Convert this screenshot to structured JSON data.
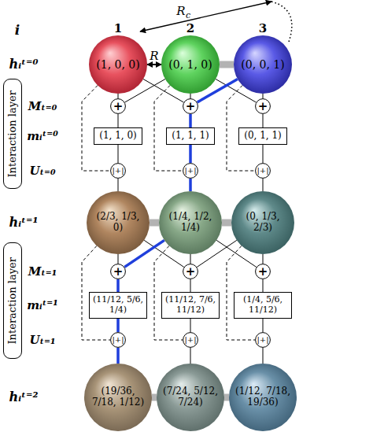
{
  "diagram": {
    "nodes": [
      {
        "text": [
          "(1, 0, 0)"
        ]
      },
      {
        "text": [
          "(0, 1, 0)"
        ]
      },
      {
        "text": [
          "(0, 0, 1)"
        ]
      },
      {
        "text": [
          "Interaction layer"
        ]
      },
      {
        "text": [
          "+"
        ]
      },
      {
        "text": [
          "+"
        ]
      },
      {
        "text": [
          "+"
        ]
      },
      {
        "text": [
          "(1, 1, 0)"
        ]
      },
      {
        "text": [
          "(1, 1, 1)"
        ]
      },
      {
        "text": [
          "(0, 1, 1)"
        ]
      },
      {
        "text": [
          "|+|"
        ]
      },
      {
        "text": [
          "|+|"
        ]
      },
      {
        "text": [
          "|+|"
        ]
      },
      {
        "text": [
          "(2/3, 1/3, 0)"
        ]
      },
      {
        "text": [
          "(1/4, 1/2, 1/4)"
        ]
      },
      {
        "text": [
          "(0, 1/3, 2/3)"
        ]
      },
      {
        "text": [
          "Interaction layer"
        ]
      },
      {
        "text": [
          "+"
        ]
      },
      {
        "text": [
          "+"
        ]
      },
      {
        "text": [
          "+"
        ]
      },
      {
        "text": [
          "(11/12, 5/6, 1/4)"
        ]
      },
      {
        "text": [
          "(11/12, 7/6, 11/12)"
        ]
      },
      {
        "text": [
          "(1/4, 5/6, 11/12)"
        ]
      },
      {
        "text": [
          "|+|"
        ]
      },
      {
        "text": [
          "|+|"
        ]
      },
      {
        "text": [
          "|+|"
        ]
      },
      {
        "text": [
          "(19/36, 7/18, 1/12)"
        ]
      },
      {
        "text": [
          "(7/24, 5/12, 7/24)"
        ]
      },
      {
        "text": [
          "(1/12, 7/18, 19/36)"
        ]
      }
    ],
    "edges": [
      {
        "from": 0,
        "to": 1,
        "label": "R",
        "arrow": "both"
      },
      {
        "from": 1,
        "to": 2,
        "arrow": "none"
      },
      {
        "from": 0,
        "to": 4,
        "arrow": "none"
      },
      {
        "from": 0,
        "to": 5,
        "arrow": "none"
      },
      {
        "from": 1,
        "to": 4,
        "arrow": "none"
      },
      {
        "from": 1,
        "to": 5,
        "arrow": "none"
      },
      {
        "from": 1,
        "to": 6,
        "arrow": "none"
      },
      {
        "from": 2,
        "to": 5,
        "arrow": "none"
      },
      {
        "from": 2,
        "to": 6,
        "arrow": "none"
      },
      {
        "from": 0,
        "to": 10,
        "arrow": "none"
      },
      {
        "from": 1,
        "to": 11,
        "arrow": "none"
      },
      {
        "from": 2,
        "to": 12,
        "arrow": "none"
      },
      {
        "from": 4,
        "to": 7,
        "arrow": "none"
      },
      {
        "from": 5,
        "to": 8,
        "arrow": "none"
      },
      {
        "from": 6,
        "to": 9,
        "arrow": "none"
      },
      {
        "from": 7,
        "to": 10,
        "arrow": "none"
      },
      {
        "from": 8,
        "to": 11,
        "arrow": "none"
      },
      {
        "from": 9,
        "to": 12,
        "arrow": "none"
      },
      {
        "from": 10,
        "to": 13,
        "arrow": "none"
      },
      {
        "from": 11,
        "to": 14,
        "arrow": "none"
      },
      {
        "from": 12,
        "to": 15,
        "arrow": "none"
      },
      {
        "from": 13,
        "to": 14,
        "arrow": "none"
      },
      {
        "from": 14,
        "to": 15,
        "arrow": "none"
      },
      {
        "from": 13,
        "to": 17,
        "arrow": "none"
      },
      {
        "from": 13,
        "to": 18,
        "arrow": "none"
      },
      {
        "from": 14,
        "to": 17,
        "arrow": "none"
      },
      {
        "from": 14,
        "to": 18,
        "arrow": "none"
      },
      {
        "from": 14,
        "to": 19,
        "arrow": "none"
      },
      {
        "from": 15,
        "to": 18,
        "arrow": "none"
      },
      {
        "from": 15,
        "to": 19,
        "arrow": "none"
      },
      {
        "from": 13,
        "to": 23,
        "arrow": "none"
      },
      {
        "from": 14,
        "to": 24,
        "arrow": "none"
      },
      {
        "from": 15,
        "to": 25,
        "arrow": "none"
      },
      {
        "from": 17,
        "to": 20,
        "arrow": "none"
      },
      {
        "from": 18,
        "to": 21,
        "arrow": "none"
      },
      {
        "from": 19,
        "to": 22,
        "arrow": "none"
      },
      {
        "from": 20,
        "to": 23,
        "arrow": "none"
      },
      {
        "from": 21,
        "to": 24,
        "arrow": "none"
      },
      {
        "from": 22,
        "to": 25,
        "arrow": "none"
      },
      {
        "from": 23,
        "to": 26,
        "arrow": "none"
      },
      {
        "from": 24,
        "to": 27,
        "arrow": "none"
      },
      {
        "from": 25,
        "to": 28,
        "arrow": "none"
      },
      {
        "from": 26,
        "to": 27,
        "arrow": "none"
      },
      {
        "from": 27,
        "to": 28,
        "arrow": "none"
      }
    ],
    "labels": [
      "i",
      "1",
      "2",
      "3",
      "R",
      "c",
      "hᵢᵗ⁼⁰",
      "Mₜ₌₀",
      "mᵢᵗ⁼⁰",
      "Uₜ₌₀",
      "hᵢᵗ⁼¹",
      "Mₜ₌₁",
      "mᵢᵗ⁼¹",
      "Uₜ₌₁",
      "hᵢᵗ⁼²"
    ]
  }
}
